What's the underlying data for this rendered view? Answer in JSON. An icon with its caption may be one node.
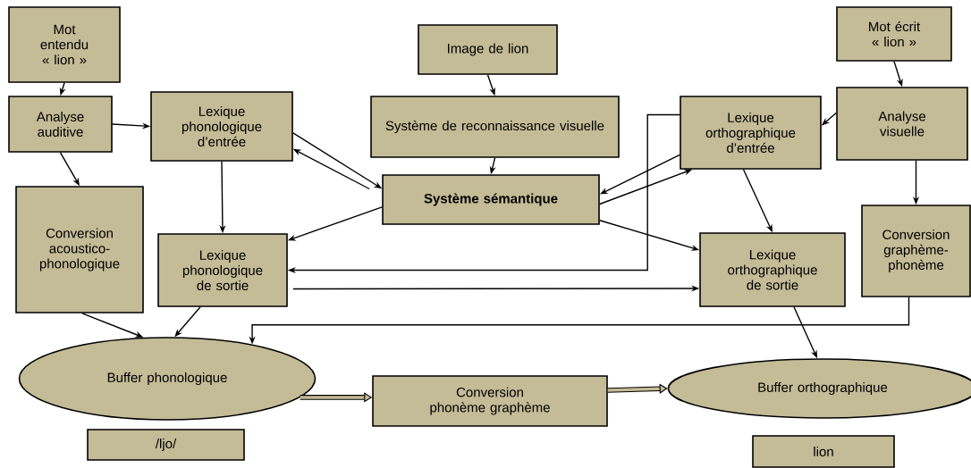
{
  "diagram": {
    "nodes": [
      {
        "text": [
          "Mot entendu « lion »"
        ]
      },
      {
        "text": [
          "Analyse auditive"
        ]
      },
      {
        "text": [
          "Lexique phonologique d’entrée"
        ]
      },
      {
        "text": [
          "Image de lion"
        ]
      },
      {
        "text": [
          "Système de reconnaissance visuelle"
        ]
      },
      {
        "text": [
          "Système sémantique"
        ]
      },
      {
        "text": [
          "Mot écrit « lion »"
        ]
      },
      {
        "text": [
          "Analyse visuelle"
        ]
      },
      {
        "text": [
          "Lexique orthographique d’entrée"
        ]
      },
      {
        "text": [
          "Conversion acoustico-phonologique"
        ]
      },
      {
        "text": [
          "Lexique phonologique de sortie"
        ]
      },
      {
        "text": [
          "Lexique orthographique de sortie"
        ]
      },
      {
        "text": [
          "Conversion graphème-phonème"
        ]
      },
      {
        "text": [
          "Buffer phonologique"
        ]
      },
      {
        "text": [
          "Conversion phonème graphème"
        ]
      },
      {
        "text": [
          "Buffer orthographique"
        ]
      },
      {
        "text": [
          "/ljo/"
        ]
      },
      {
        "text": [
          "lion"
        ]
      }
    ],
    "edges": [
      {
        "from": 0,
        "to": 1,
        "arrow": "to"
      },
      {
        "from": 1,
        "to": 2,
        "arrow": "to"
      },
      {
        "from": 1,
        "to": 9,
        "arrow": "to"
      },
      {
        "from": 2,
        "to": 5,
        "arrow": "to"
      },
      {
        "from": 5,
        "to": 2,
        "arrow": "to"
      },
      {
        "from": 2,
        "to": 10,
        "arrow": "to"
      },
      {
        "from": 3,
        "to": 4,
        "arrow": "to"
      },
      {
        "from": 4,
        "to": 5,
        "arrow": "to"
      },
      {
        "from": 6,
        "to": 7,
        "arrow": "to"
      },
      {
        "from": 7,
        "to": 8,
        "arrow": "to"
      },
      {
        "from": 7,
        "to": 12,
        "arrow": "to"
      },
      {
        "from": 8,
        "to": 5,
        "arrow": "to"
      },
      {
        "from": 5,
        "to": 8,
        "arrow": "to"
      },
      {
        "from": 8,
        "to": 11,
        "arrow": "to"
      },
      {
        "from": 8,
        "to": 10,
        "arrow": "to"
      },
      {
        "from": 5,
        "to": 10,
        "arrow": "to"
      },
      {
        "from": 5,
        "to": 11,
        "arrow": "to"
      },
      {
        "from": 10,
        "to": 11,
        "arrow": "to"
      },
      {
        "from": 9,
        "to": 13,
        "arrow": "to"
      },
      {
        "from": 10,
        "to": 13,
        "arrow": "to"
      },
      {
        "from": 11,
        "to": 15,
        "arrow": "to"
      },
      {
        "from": 12,
        "to": 13,
        "arrow": "to"
      },
      {
        "from": 13,
        "to": 14,
        "arrow": "to",
        "style": "thick"
      },
      {
        "from": 14,
        "to": 15,
        "arrow": "to",
        "style": "thick"
      }
    ]
  }
}
